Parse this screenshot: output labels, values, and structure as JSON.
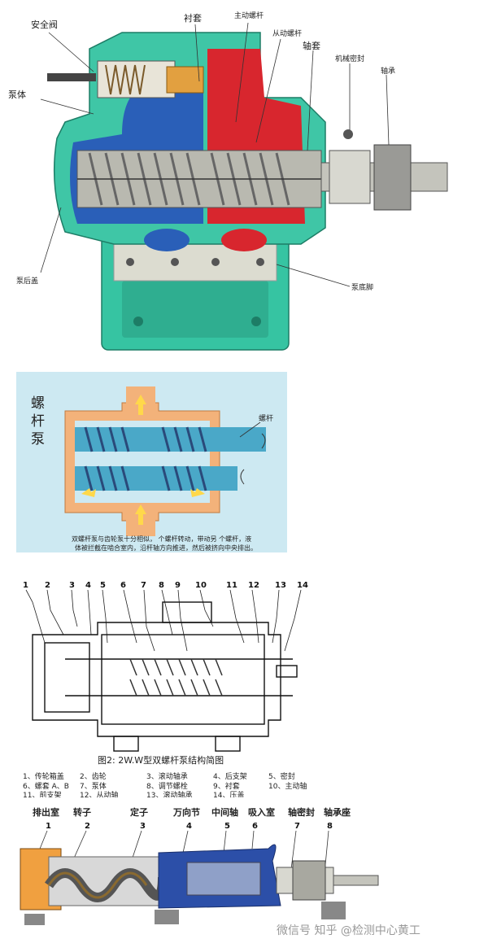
{
  "panel1": {
    "labels": {
      "safety_valve": "安全阀",
      "pump_body": "泵体",
      "bushing": "衬套",
      "driving_screw": "主动螺杆",
      "driven_screw": "从动螺杆",
      "shaft_sleeve": "轴套",
      "mech_seal": "机械密封",
      "bearing": "轴承",
      "rear_cover": "泵后盖",
      "base": "泵底脚"
    },
    "colors": {
      "body": "#3fc6a6",
      "suction": "#2a5fb8",
      "discharge": "#d8262e",
      "base": "#36c4a2"
    }
  },
  "panel2": {
    "title": "螺杆泵",
    "screw_label": "螺杆",
    "caption_line1": "双螺杆泵与齿轮泵十分相似，  个螺杆转动，带动另  个螺杆，液",
    "caption_line2": "体被拦截在啮合室内，沿杆轴方向推进，然后被挤向中央排出。",
    "colors": {
      "bg": "#cde9f2",
      "frame": "#f3b27a"
    }
  },
  "panel3": {
    "numbers": [
      "1",
      "2",
      "3",
      "4",
      "5",
      "6",
      "7",
      "8",
      "9",
      "10",
      "11",
      "12",
      "13",
      "14"
    ],
    "figure_title": "图2: 2W.W型双螺杆泵结构简图",
    "legend": [
      [
        "1、传轮箱盖",
        "2、齿轮",
        "3、滚动轴承",
        "4、后支架",
        "5、密封"
      ],
      [
        "6、螺套 A、B",
        "7、泵体",
        "8、调节螺栓",
        "9、衬套",
        "10、主动轴"
      ],
      [
        "11、前支架",
        "12、从动轴",
        "13、滚动轴承",
        "14、压盖",
        ""
      ]
    ]
  },
  "panel4": {
    "labels": [
      "排出室",
      "转子",
      "定子",
      "万向节",
      "中间轴",
      "吸入室",
      "轴密封",
      "轴承座"
    ],
    "numbers": [
      "1",
      "2",
      "3",
      "4",
      "5",
      "6",
      "7",
      "8"
    ],
    "colors": {
      "outlet": "#f0a040",
      "middle": "#2c4fa8"
    }
  },
  "watermark": "微信号  知乎 @检测中心黄工"
}
